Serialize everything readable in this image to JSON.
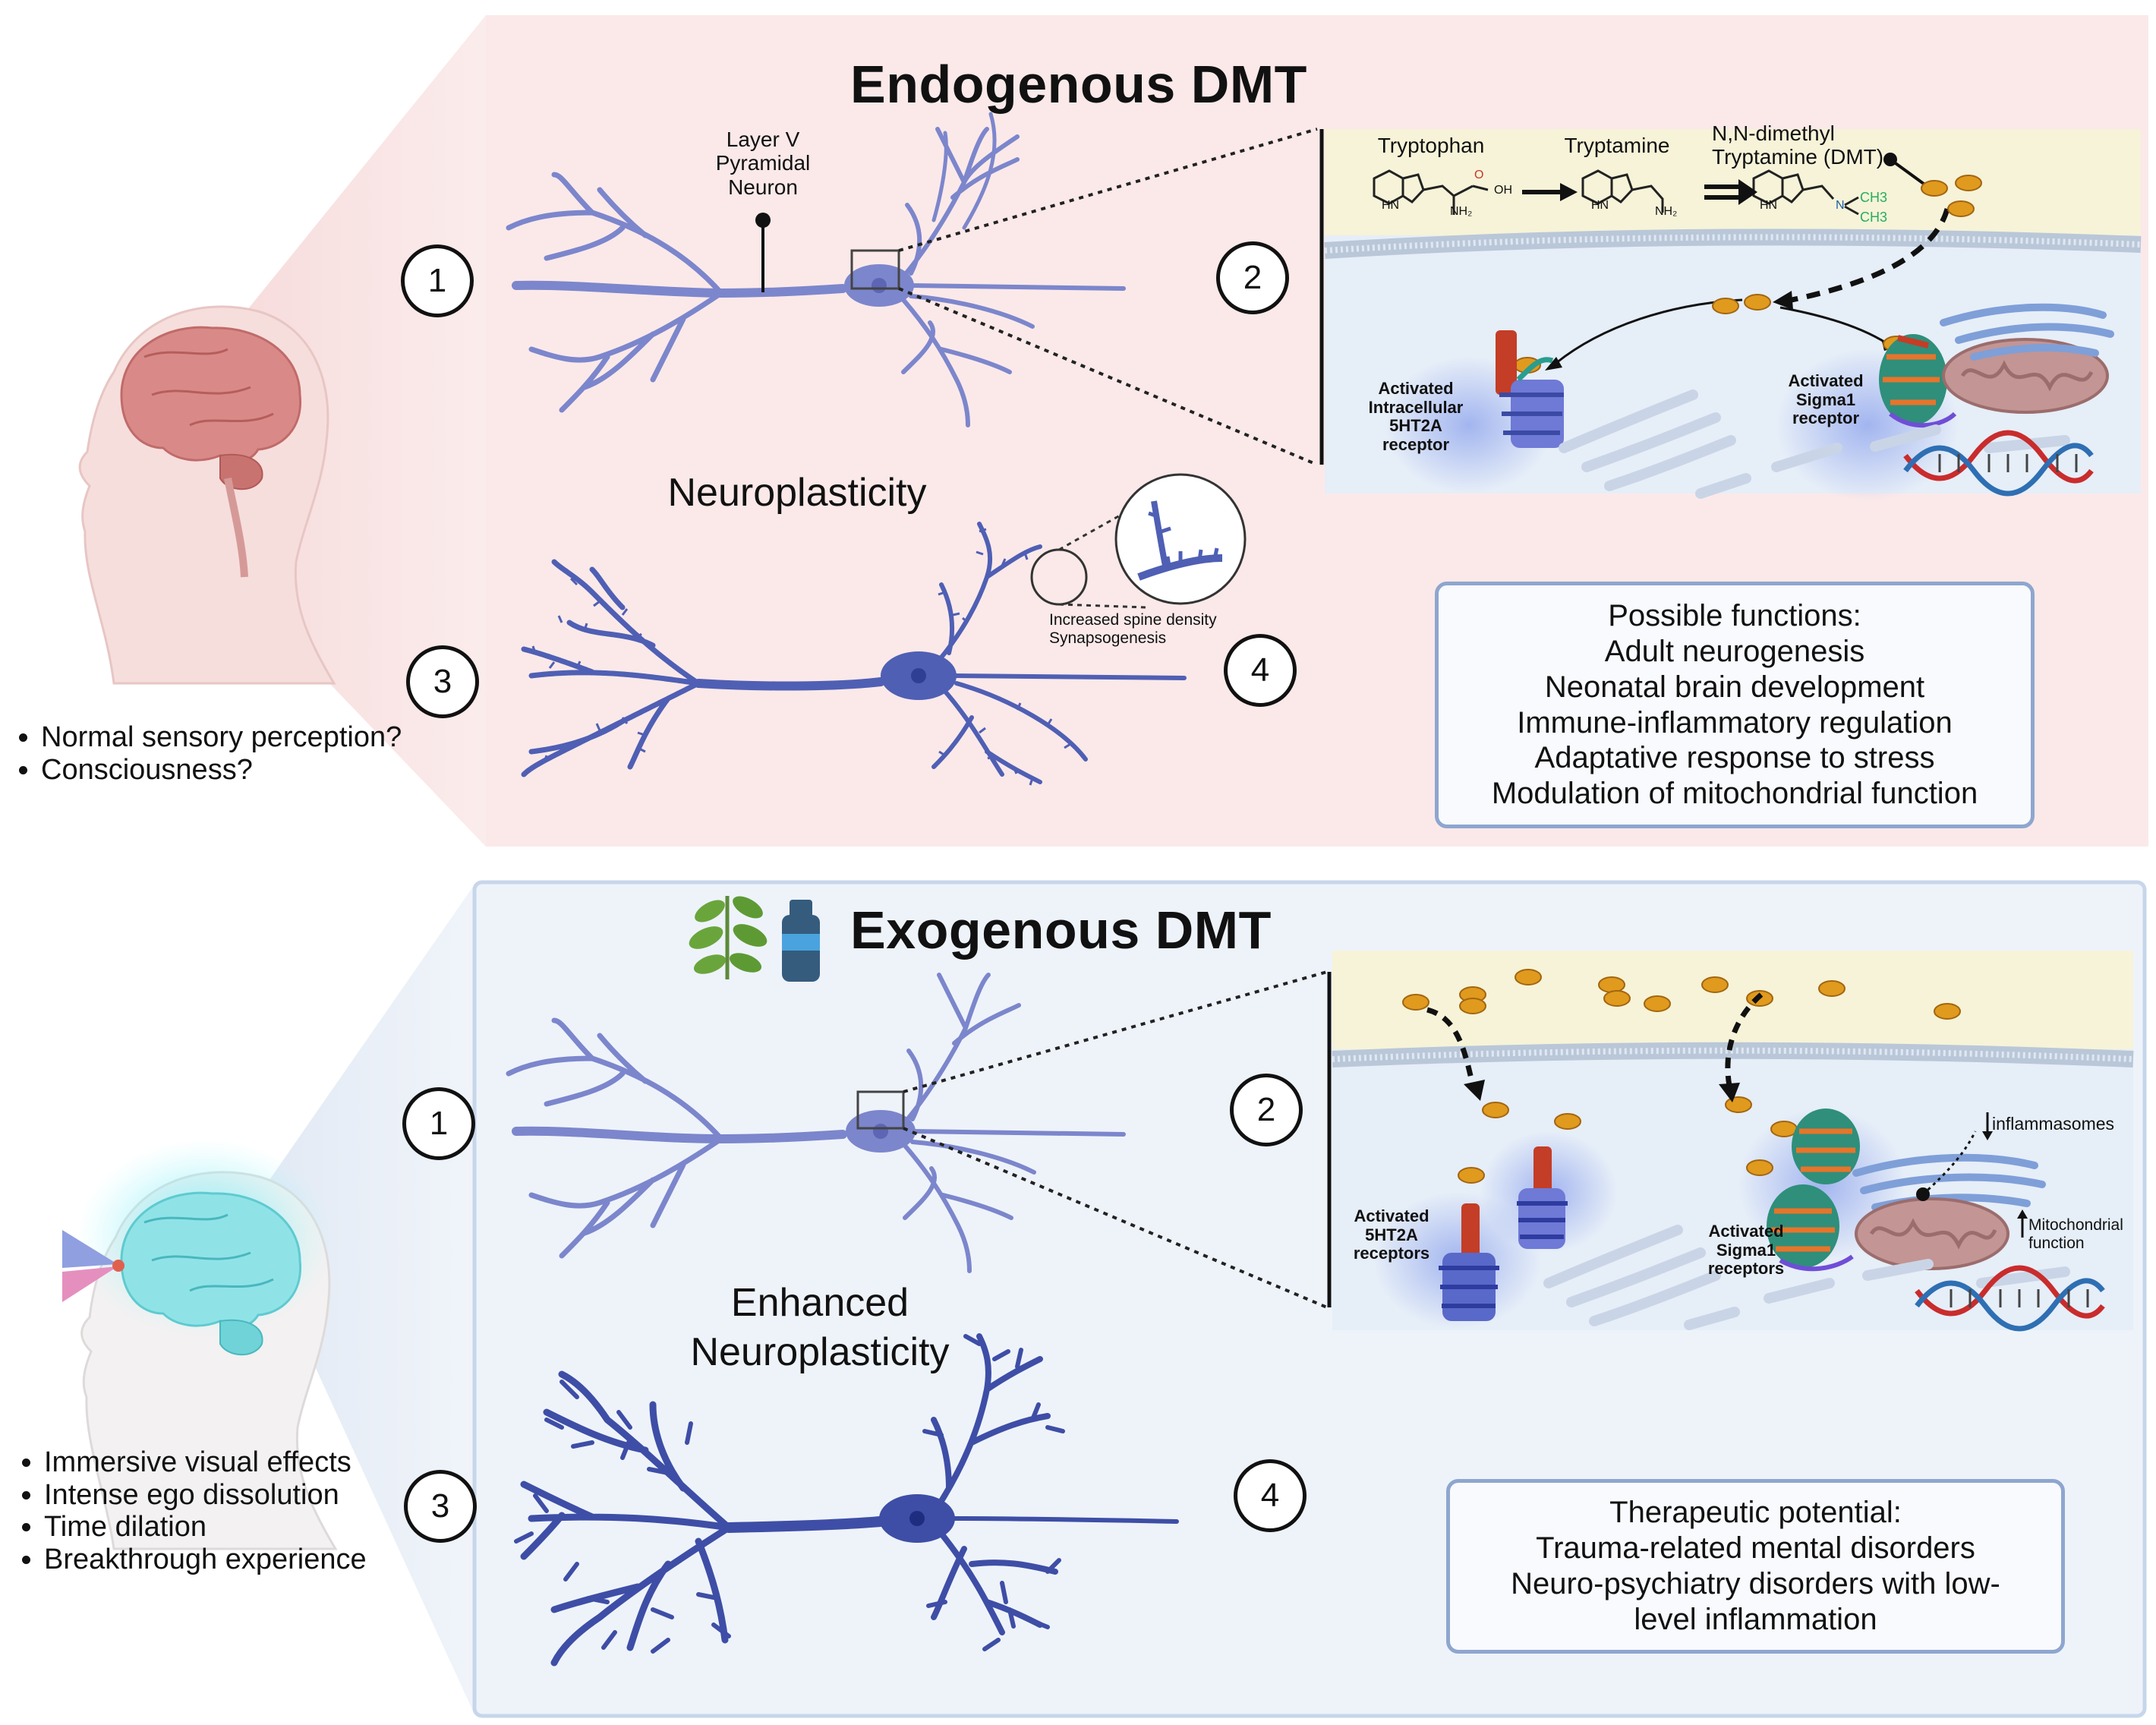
{
  "colors": {
    "endogenous_panel": "#fbe9e9",
    "exogenous_panel": "#eef3fa",
    "membrane": "#f6f3d8",
    "cytoplasm": "#e6eef8",
    "neuron": "#7c86cc",
    "neuron_dark": "#3e4ea6",
    "dmt_molecule": "#e09a1e",
    "box_border": "#8ea6cf"
  },
  "endogenous": {
    "title": "Endogenous DMT",
    "neuron_label": "Layer V\nPyramidal\nNeuron",
    "steps": [
      "1",
      "2",
      "3",
      "4"
    ],
    "pathway": {
      "tryptophan": "Tryptophan",
      "tryptamine": "Tryptamine",
      "dmt": "N,N-dimethyl\nTryptamine (DMT)",
      "chem": {
        "hn": "HN",
        "nh2": "NH₂",
        "oh": "OH",
        "o": "O",
        "n": "N",
        "ch3_1": "CH3",
        "ch3_2": "CH3"
      }
    },
    "receptor_5ht2a": "Activated\nIntracellular\n5HT2A\nreceptor",
    "receptor_sigma1": "Activated\nSigma1\nreceptor",
    "neuroplasticity": "Neuroplasticity",
    "zoom_label": "Increased spine density\nSynapsogenesis",
    "bullets": [
      "Normal sensory perception?",
      "Consciousness?"
    ],
    "box": {
      "heading": "Possible functions:",
      "lines": [
        "Adult neurogenesis",
        "Neonatal brain development",
        "Immune-inflammatory regulation",
        "Adaptative response to stress",
        "Modulation of mitochondrial function"
      ]
    }
  },
  "exogenous": {
    "title": "Exogenous DMT",
    "steps": [
      "1",
      "2",
      "3",
      "4"
    ],
    "receptor_5ht2a": "Activated\n5HT2A\nreceptors",
    "receptor_sigma1": "Activated\nSigma1\nreceptors",
    "inflammasomes": "inflammasomes",
    "mito_function": "Mitochondrial\nfunction",
    "enhanced": "Enhanced\nNeuroplasticity",
    "bullets": [
      "Immersive visual effects",
      "Intense ego dissolution",
      "Time dilation",
      "Breakthrough experience"
    ],
    "box": {
      "heading": "Therapeutic potential:",
      "lines": [
        "Trauma-related mental disorders",
        "Neuro-psychiatry disorders with low-",
        "level inflammation"
      ]
    }
  }
}
